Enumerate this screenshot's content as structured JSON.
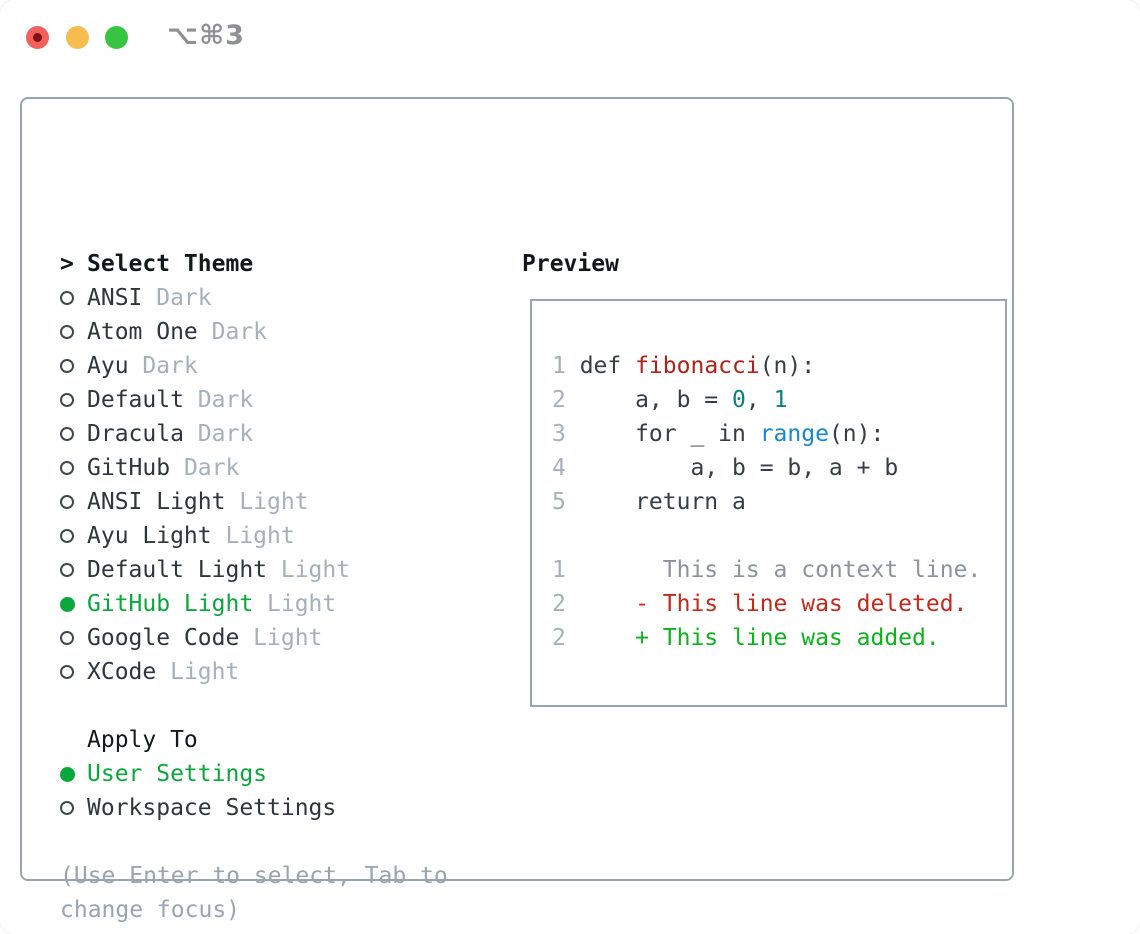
{
  "titlebar": {
    "title": "⌥⌘3",
    "buttons": [
      {
        "icon": "close-icon",
        "color": "#f1605b"
      },
      {
        "icon": "minimize-icon",
        "color": "#f6bd4e"
      },
      {
        "icon": "zoom-icon",
        "color": "#36c441"
      }
    ]
  },
  "colors": {
    "border_gray": "#9aa4ae",
    "green_ui": "#0aa83c",
    "item_text": "#2e353c",
    "muted_gray": "#a6b0ba",
    "help_gray": "#9aa4b1",
    "code_default": "#363d44",
    "code_function_red": "#ae2318",
    "code_number_teal": "#0b7f81",
    "code_builtin_blue": "#1787cf",
    "diff_context": "#8b939c",
    "diff_deleted": "#c6281a",
    "diff_added": "#0db31b"
  },
  "select_theme": {
    "prompt": ">",
    "heading": "Select Theme",
    "items": [
      {
        "name": "ANSI",
        "variant": "Dark",
        "selected": false
      },
      {
        "name": "Atom One",
        "variant": "Dark",
        "selected": false
      },
      {
        "name": "Ayu",
        "variant": "Dark",
        "selected": false
      },
      {
        "name": "Default",
        "variant": "Dark",
        "selected": false
      },
      {
        "name": "Dracula",
        "variant": "Dark",
        "selected": false
      },
      {
        "name": "GitHub",
        "variant": "Dark",
        "selected": false
      },
      {
        "name": "ANSI Light",
        "variant": "Light",
        "selected": false
      },
      {
        "name": "Ayu Light",
        "variant": "Light",
        "selected": false
      },
      {
        "name": "Default Light",
        "variant": "Light",
        "selected": false
      },
      {
        "name": "GitHub Light",
        "variant": "Light",
        "selected": true
      },
      {
        "name": "Google Code",
        "variant": "Light",
        "selected": false
      },
      {
        "name": "XCode",
        "variant": "Light",
        "selected": false
      }
    ]
  },
  "apply_to": {
    "heading": "Apply To",
    "items": [
      {
        "name": "User Settings",
        "selected": true
      },
      {
        "name": "Workspace Settings",
        "selected": false
      }
    ]
  },
  "help": {
    "line1": "(Use Enter to select, Tab to",
    "line2": "change focus)"
  },
  "preview": {
    "heading": "Preview",
    "code_lines": [
      {
        "num": "1",
        "segments": [
          {
            "t": "def ",
            "c": "default"
          },
          {
            "t": "fibonacci",
            "c": "red"
          },
          {
            "t": "(n):",
            "c": "default"
          }
        ]
      },
      {
        "num": "2",
        "segments": [
          {
            "t": "    a, b = ",
            "c": "default"
          },
          {
            "t": "0",
            "c": "teal"
          },
          {
            "t": ", ",
            "c": "default"
          },
          {
            "t": "1",
            "c": "teal"
          }
        ]
      },
      {
        "num": "3",
        "segments": [
          {
            "t": "    for _ in ",
            "c": "default"
          },
          {
            "t": "range",
            "c": "blue"
          },
          {
            "t": "(n):",
            "c": "default"
          }
        ]
      },
      {
        "num": "4",
        "segments": [
          {
            "t": "        a, b = b, a + b",
            "c": "default"
          }
        ]
      },
      {
        "num": "5",
        "segments": [
          {
            "t": "    return a",
            "c": "default"
          }
        ]
      },
      {
        "num": "",
        "segments": []
      },
      {
        "num": "1",
        "segments": [
          {
            "t": "      This is a context line.",
            "c": "context"
          }
        ]
      },
      {
        "num": "2",
        "segments": [
          {
            "t": "    - This line was deleted.",
            "c": "deleted"
          }
        ]
      },
      {
        "num": "2",
        "segments": [
          {
            "t": "    + This line was added.",
            "c": "added"
          }
        ]
      }
    ]
  }
}
